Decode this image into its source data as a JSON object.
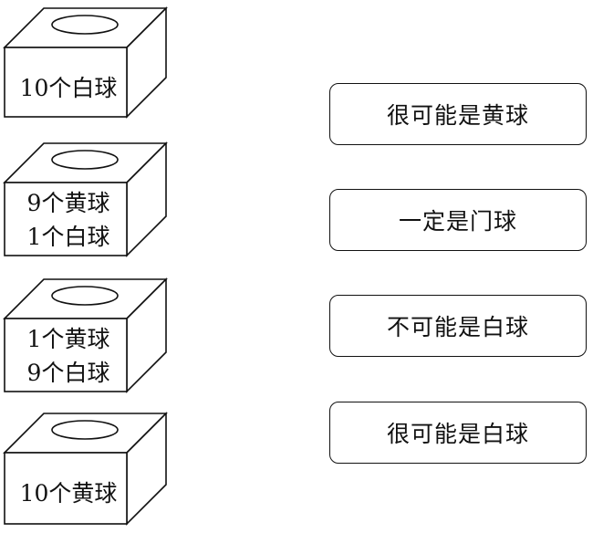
{
  "boxes": [
    {
      "lines": [
        "10个白球"
      ]
    },
    {
      "lines": [
        "9个黄球",
        "1个白球"
      ]
    },
    {
      "lines": [
        "1个黄球",
        "9个白球"
      ]
    },
    {
      "lines": [
        "10个黄球"
      ]
    }
  ],
  "options": [
    "很可能是黄球",
    "一定是门球",
    "不可能是白球",
    "很可能是白球"
  ]
}
